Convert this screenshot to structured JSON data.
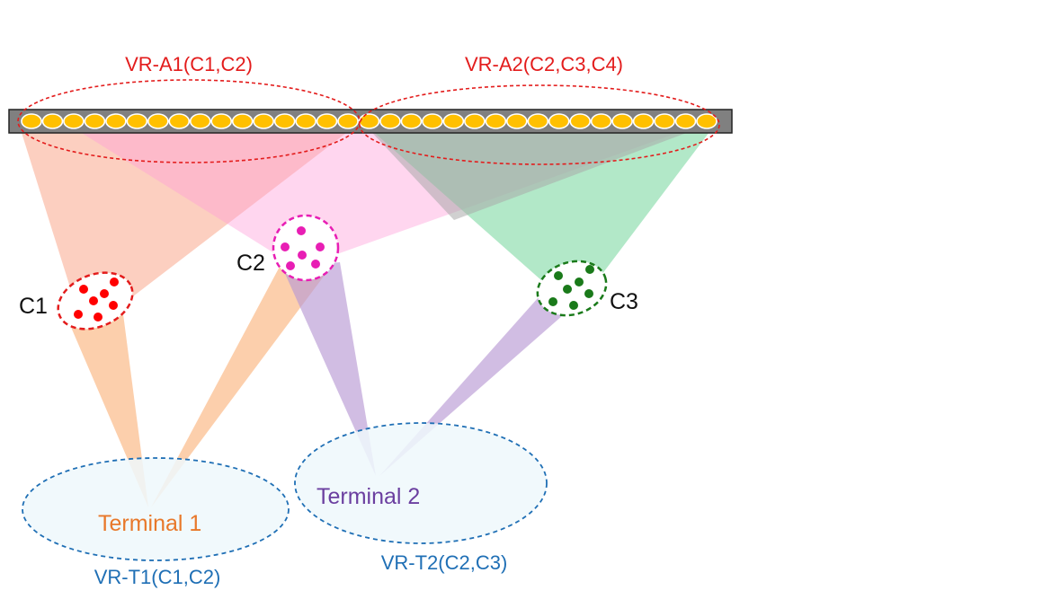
{
  "labels": {
    "vr_a1": "VR-A1(C1,C2)",
    "vr_a2": "VR-A2(C2,C3,C4)",
    "c1": "C1",
    "c2": "C2",
    "c3": "C3",
    "terminal1": "Terminal 1",
    "terminal2": "Terminal 2",
    "vr_t1": "VR-T1(C1,C2)",
    "vr_t2": "VR-T2(C2,C3)"
  },
  "colors": {
    "array_bar": "#808080",
    "element_fill": "#ffc000",
    "vr_a_outline": "#e31c1c",
    "terminal_outline": "#1f6fb5",
    "terminal_fill": "#eef8fc",
    "c1_dots": "#ff0000",
    "c2_dots": "#e81eb4",
    "c3_dots": "#1a7a1a",
    "beam_c1": "#f9a88c",
    "beam_c2": "#ff9ed8",
    "beam_c3": "#7fd8a4",
    "beam_gray": "#a9a9a9",
    "beam_t1": "#fbb57f",
    "beam_t2": "#b89ad4"
  },
  "array": {
    "element_count": 33
  }
}
